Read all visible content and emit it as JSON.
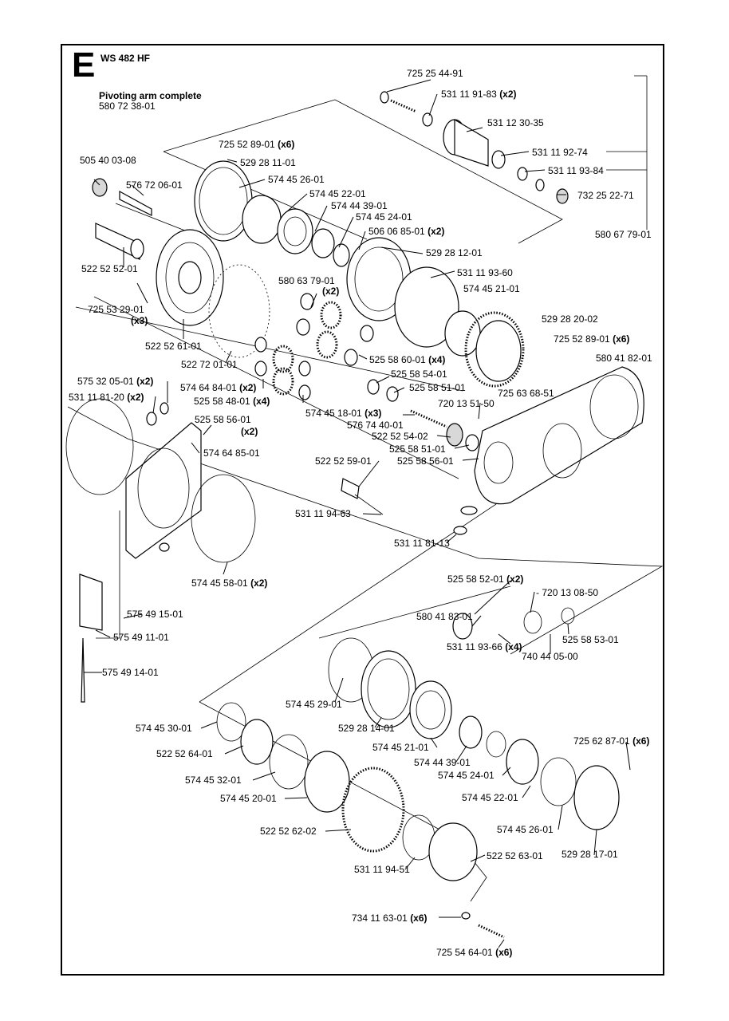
{
  "header": {
    "section_letter": "E",
    "model": "WS 482 HF",
    "assembly_title": "Pivoting arm complete",
    "assembly_part_number": "580 72 38-01"
  },
  "callouts": [
    {
      "id": "c01",
      "part": "725 25 44-91",
      "qty": ""
    },
    {
      "id": "c02",
      "part": "531 11 91-83",
      "qty": "(x2)"
    },
    {
      "id": "c03",
      "part": "531 12 30-35",
      "qty": ""
    },
    {
      "id": "c04",
      "part": "531 11 92-74",
      "qty": ""
    },
    {
      "id": "c05",
      "part": "531 11 93-84",
      "qty": ""
    },
    {
      "id": "c06",
      "part": "732 25 22-71",
      "qty": ""
    },
    {
      "id": "c07",
      "part": "580 67 79-01",
      "qty": ""
    },
    {
      "id": "c08",
      "part": "725 52 89-01",
      "qty": "(x6)"
    },
    {
      "id": "c09",
      "part": "529 28 11-01",
      "qty": ""
    },
    {
      "id": "c10",
      "part": "574 45 26-01",
      "qty": ""
    },
    {
      "id": "c11",
      "part": "574 45 22-01",
      "qty": ""
    },
    {
      "id": "c12",
      "part": "574 44 39-01",
      "qty": ""
    },
    {
      "id": "c13",
      "part": "574 45 24-01",
      "qty": ""
    },
    {
      "id": "c14",
      "part": "506 06 85-01",
      "qty": "(x2)"
    },
    {
      "id": "c15",
      "part": "529 28 12-01",
      "qty": ""
    },
    {
      "id": "c16",
      "part": "531 11 93-60",
      "qty": ""
    },
    {
      "id": "c17",
      "part": "574 45 21-01",
      "qty": ""
    },
    {
      "id": "c18",
      "part": "529 28 20-02",
      "qty": ""
    },
    {
      "id": "c19",
      "part": "725 52 89-01",
      "qty": "(x6)"
    },
    {
      "id": "c20",
      "part": "580 41 82-01",
      "qty": ""
    },
    {
      "id": "c21",
      "part": "725 63 68-51",
      "qty": ""
    },
    {
      "id": "c22",
      "part": "505 40 03-08",
      "qty": ""
    },
    {
      "id": "c23",
      "part": "576 72 06-01",
      "qty": ""
    },
    {
      "id": "c24",
      "part": "522 52 52-01",
      "qty": ""
    },
    {
      "id": "c25",
      "part": "580 63 79-01",
      "qty": "(x2)"
    },
    {
      "id": "c26",
      "part": "725 53 29-01",
      "qty": "(x3)"
    },
    {
      "id": "c27",
      "part": "522 52 61-01",
      "qty": ""
    },
    {
      "id": "c28",
      "part": "522 72 01-01",
      "qty": ""
    },
    {
      "id": "c29",
      "part": "525 58 60-01",
      "qty": "(x4)"
    },
    {
      "id": "c30",
      "part": "525 58 54-01",
      "qty": ""
    },
    {
      "id": "c31",
      "part": "525 58 51-01",
      "qty": ""
    },
    {
      "id": "c32",
      "part": "574 64 84-01",
      "qty": "(x2)"
    },
    {
      "id": "c33",
      "part": "525 58 48-01",
      "qty": "(x4)"
    },
    {
      "id": "c34",
      "part": "574 45 18-01",
      "qty": "(x3)"
    },
    {
      "id": "c35",
      "part": "720 13 51-50",
      "qty": ""
    },
    {
      "id": "c36",
      "part": "576 74 40-01",
      "qty": ""
    },
    {
      "id": "c37",
      "part": "575 32 05-01",
      "qty": "(x2)"
    },
    {
      "id": "c38",
      "part": "531 11 81-20",
      "qty": "(x2)"
    },
    {
      "id": "c39",
      "part": "525 58 56-01",
      "qty": "(x2)"
    },
    {
      "id": "c40",
      "part": "522 52 54-02",
      "qty": ""
    },
    {
      "id": "c41",
      "part": "525 58 51-01",
      "qty": ""
    },
    {
      "id": "c42",
      "part": "525 58 56-01",
      "qty": ""
    },
    {
      "id": "c43",
      "part": "574 64 85-01",
      "qty": ""
    },
    {
      "id": "c44",
      "part": "522 52 59-01",
      "qty": ""
    },
    {
      "id": "c45",
      "part": "531 11 94-63",
      "qty": ""
    },
    {
      "id": "c46",
      "part": "531 11 81-13",
      "qty": ""
    },
    {
      "id": "c47",
      "part": "574 45 58-01",
      "qty": "(x2)"
    },
    {
      "id": "c48",
      "part": "525 58 52-01",
      "qty": "(x2)"
    },
    {
      "id": "c49",
      "part": "720 13 08-50",
      "qty": ""
    },
    {
      "id": "c50",
      "part": "580 41 83-01",
      "qty": ""
    },
    {
      "id": "c51",
      "part": "525 58 53-01",
      "qty": ""
    },
    {
      "id": "c52",
      "part": "531 11 93-66",
      "qty": "(x4)"
    },
    {
      "id": "c53",
      "part": "740 44 05-00",
      "qty": ""
    },
    {
      "id": "c54",
      "part": "575 49 15-01",
      "qty": ""
    },
    {
      "id": "c55",
      "part": "575 49 11-01",
      "qty": ""
    },
    {
      "id": "c56",
      "part": "575 49 14-01",
      "qty": ""
    },
    {
      "id": "c57",
      "part": "574 45 29-01",
      "qty": ""
    },
    {
      "id": "c58",
      "part": "529 28 14-01",
      "qty": ""
    },
    {
      "id": "c59",
      "part": "574 45 30-01",
      "qty": ""
    },
    {
      "id": "c60",
      "part": "574 45 21-01",
      "qty": ""
    },
    {
      "id": "c61",
      "part": "522 52 64-01",
      "qty": ""
    },
    {
      "id": "c62",
      "part": "574 44 39-01",
      "qty": ""
    },
    {
      "id": "c63",
      "part": "725 62 87-01",
      "qty": "(x6)"
    },
    {
      "id": "c64",
      "part": "574 45 32-01",
      "qty": ""
    },
    {
      "id": "c65",
      "part": "574 45 24-01",
      "qty": ""
    },
    {
      "id": "c66",
      "part": "574 45 20-01",
      "qty": ""
    },
    {
      "id": "c67",
      "part": "574 45 22-01",
      "qty": ""
    },
    {
      "id": "c68",
      "part": "574 45 26-01",
      "qty": ""
    },
    {
      "id": "c69",
      "part": "522 52 62-02",
      "qty": ""
    },
    {
      "id": "c70",
      "part": "529 28 17-01",
      "qty": ""
    },
    {
      "id": "c71",
      "part": "522 52 63-01",
      "qty": ""
    },
    {
      "id": "c72",
      "part": "531 11 94-51",
      "qty": ""
    },
    {
      "id": "c73",
      "part": "734 11 63-01",
      "qty": "(x6)"
    },
    {
      "id": "c74",
      "part": "725 54 64-01",
      "qty": "(x6)"
    }
  ]
}
